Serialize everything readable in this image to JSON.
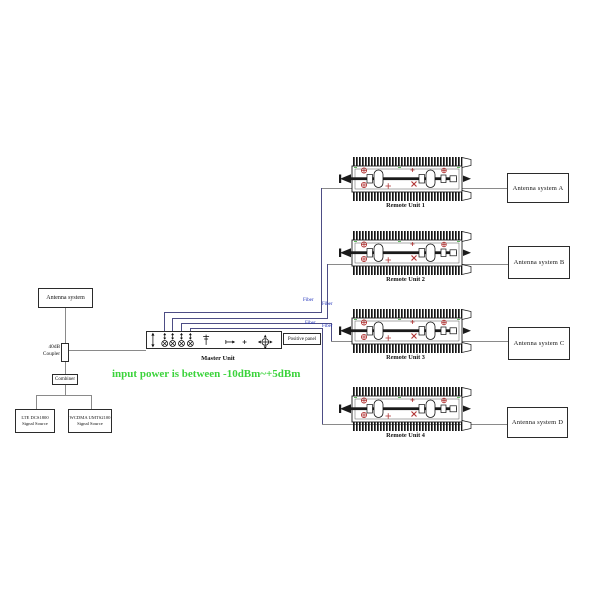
{
  "colors": {
    "wire": "#8a8a8a",
    "fiber_line": "#4d4d85",
    "fiber_text": "#2233bb",
    "note_green": "#3bd33b",
    "mark_red": "#b03333",
    "mark_green": "#2aa02a",
    "ink": "#1a1a1a"
  },
  "source_chain": {
    "antenna_label": "Antenna system",
    "coupler_line1": "40dB",
    "coupler_line2": "Coupler",
    "combiner_label": "Combiner",
    "sources": [
      {
        "line1": "LTE DCS1800",
        "line2": "Signal Source"
      },
      {
        "line1": "WCDMA UMTS2100",
        "line2": "Signal Source"
      }
    ]
  },
  "master": {
    "label": "Master Unit",
    "panel_label": "Positive panel"
  },
  "note": {
    "text": "input power is between -10dBm~+5dBm"
  },
  "fiber": {
    "label": "Fiber"
  },
  "remote_units": [
    {
      "label": "Remote Unit 1"
    },
    {
      "label": "Remote Unit 2"
    },
    {
      "label": "Remote Unit 3"
    },
    {
      "label": "Remote Unit 4"
    }
  ],
  "antenna_systems": [
    {
      "label": "Antenna system A"
    },
    {
      "label": "Antenna system B"
    },
    {
      "label": "Antenna system C"
    },
    {
      "label": "Antenna system D"
    }
  ]
}
